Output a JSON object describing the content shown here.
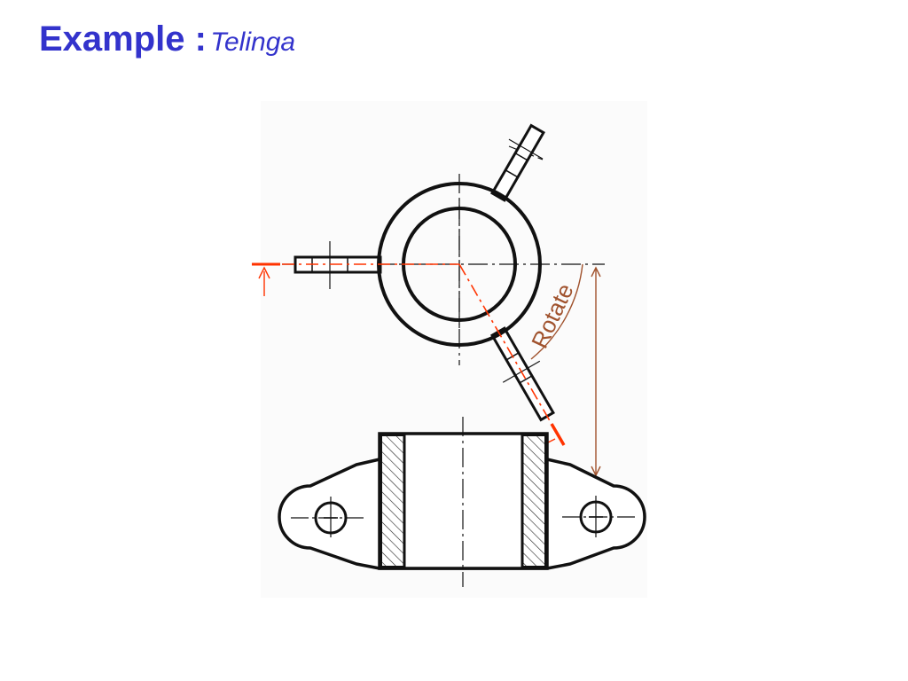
{
  "slide": {
    "title": "Example :",
    "subtitle": "Telinga"
  },
  "drawing": {
    "annotation_label": "Rotate",
    "colors": {
      "title": "#3333cc",
      "outline": "#111111",
      "cutting_plane": "#ff3300",
      "rotation_guide": "#a0522d"
    }
  }
}
